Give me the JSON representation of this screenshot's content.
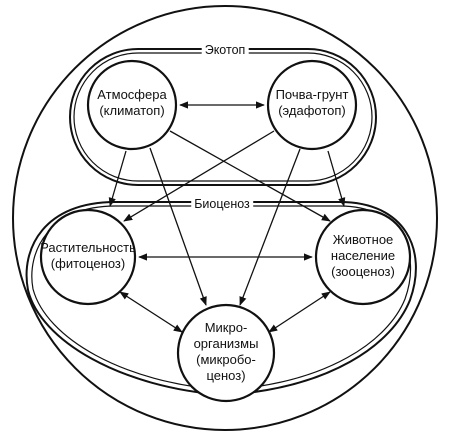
{
  "groups": {
    "ecotope": "Экотоп",
    "biocenosis": "Биоценоз"
  },
  "nodes": {
    "atmosphere": {
      "line1": "Атмосфера",
      "line2": "(климатоп)"
    },
    "soil": {
      "line1": "Почва-грунт",
      "line2": "(эдафотоп)"
    },
    "vegetation": {
      "line1": "Растительность",
      "line2": "(фитоценоз)"
    },
    "animals": {
      "line1": "Животное",
      "line2": "население",
      "line3": "(зооценоз)"
    },
    "microorganisms": {
      "line1": "Микро-",
      "line2": "организмы",
      "line3": "(микробо-",
      "line4": "ценоз)"
    }
  },
  "colors": {
    "stroke": "#111111",
    "background": "#ffffff"
  }
}
